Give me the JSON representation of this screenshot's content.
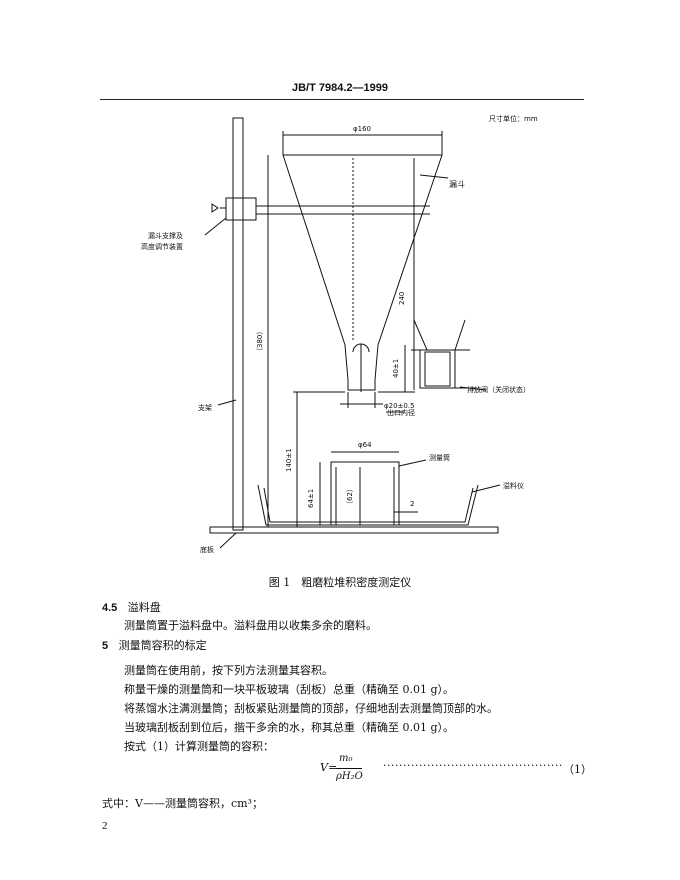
{
  "header": {
    "title": "JB/T 7984.2—1999"
  },
  "figure": {
    "unit_note": "尺寸单位：mm",
    "dim_phi160": "φ160",
    "label_funnel": "漏斗",
    "label_support_line1": "漏斗支撑及",
    "label_support_line2": "高度调节装置",
    "dim_240": "240",
    "dim_380": "（380）",
    "dim_40": "40±1",
    "label_valve": "排放阀（关闭状态）",
    "dim_phi20": "φ20±0.5",
    "label_outlet": "出口内径",
    "label_stand": "支架",
    "dim_phi64": "φ64",
    "label_cylinder": "测量筒",
    "dim_140": "140±1",
    "dim_64": "64±1",
    "dim_62": "（62）",
    "dim_2": "2",
    "label_tray": "溢料仪",
    "label_base": "底板"
  },
  "caption": "图 1　粗磨粒堆积密度测定仪",
  "section_45": {
    "number": "4.5",
    "title": "溢料盘",
    "text": "测量筒置于溢料盘中。溢料盘用以收集多余的磨料。"
  },
  "section_5": {
    "number": "5",
    "title": "测量筒容积的标定",
    "lines": [
      "测量筒在使用前，按下列方法测量其容积。",
      "称量干燥的测量筒和一块平板玻璃（刮板）总重（精确至 0.01 g）。",
      "将蒸馏水注满测量筒；刮板紧贴测量筒的顶部，仔细地刮去测量筒顶部的水。",
      "当玻璃刮板刮到位后，揩干多余的水，称其总重（精确至 0.01 g）。",
      "按式（1）计算测量筒的容积："
    ]
  },
  "formula": {
    "lhs": "V=",
    "numerator": "m₀",
    "denominator": "ρH₂O",
    "number": "（1）"
  },
  "where": "式中：V——测量筒容积，cm³；",
  "page_number": "2"
}
